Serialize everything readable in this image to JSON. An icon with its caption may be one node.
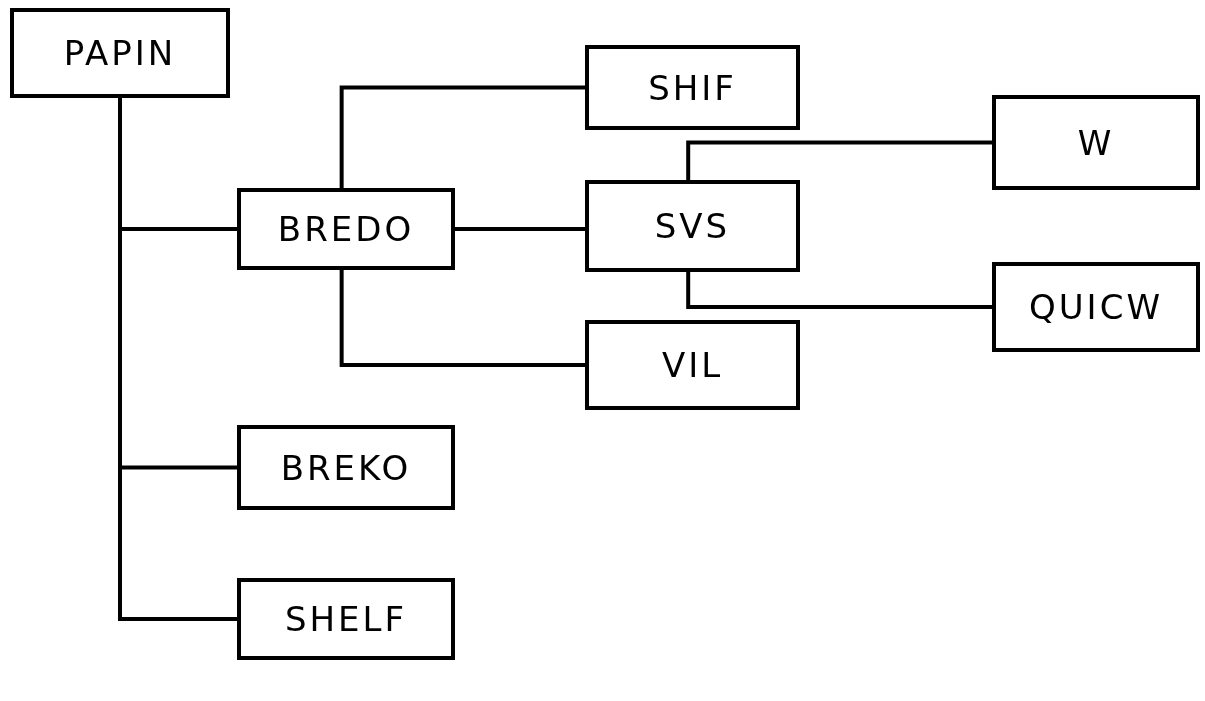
{
  "diagram": {
    "nodes": [
      {
        "text": [
          "PAPIN"
        ]
      },
      {
        "text": [
          "SHIF"
        ]
      },
      {
        "text": [
          "W"
        ]
      },
      {
        "text": [
          "BREDO"
        ]
      },
      {
        "text": [
          "SVS"
        ]
      },
      {
        "text": [
          "QUICW"
        ]
      },
      {
        "text": [
          "VIL"
        ]
      },
      {
        "text": [
          "BREKO"
        ]
      },
      {
        "text": [
          "SHELF"
        ]
      }
    ],
    "edges": [
      {
        "from": 0,
        "to": 3,
        "arrow": "none"
      },
      {
        "from": 0,
        "to": 7,
        "arrow": "none"
      },
      {
        "from": 0,
        "to": 8,
        "arrow": "none"
      },
      {
        "from": 3,
        "to": 1,
        "arrow": "none"
      },
      {
        "from": 3,
        "to": 4,
        "arrow": "none"
      },
      {
        "from": 3,
        "to": 6,
        "arrow": "none"
      },
      {
        "from": 4,
        "to": 2,
        "arrow": "none"
      },
      {
        "from": 4,
        "to": 5,
        "arrow": "none"
      }
    ]
  }
}
